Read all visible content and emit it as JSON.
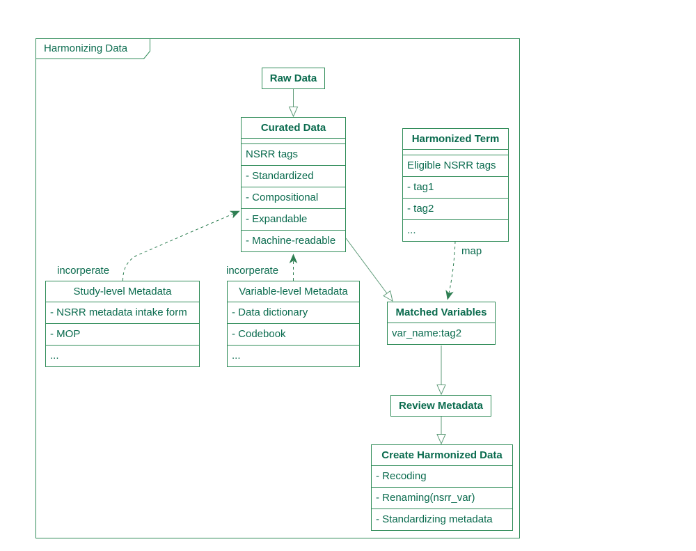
{
  "frame": {
    "title": "Harmonizing Data"
  },
  "nodes": {
    "raw": {
      "title": "Raw Data"
    },
    "curated": {
      "title": "Curated Data",
      "rows": [
        "NSRR tags",
        "- Standardized",
        "- Compositional",
        "- Expandable",
        "- Machine-readable"
      ]
    },
    "harmonized_term": {
      "title": "Harmonized Term",
      "rows": [
        "Eligible NSRR tags",
        "- tag1",
        "- tag2",
        "..."
      ]
    },
    "study_metadata": {
      "title": "Study-level Metadata",
      "rows": [
        "- NSRR metadata intake form",
        "- MOP",
        "..."
      ]
    },
    "variable_metadata": {
      "title": "Variable-level Metadata",
      "rows": [
        "- Data dictionary",
        "- Codebook",
        "..."
      ]
    },
    "matched": {
      "title": "Matched Variables",
      "rows": [
        "var_name:tag2"
      ]
    },
    "review": {
      "title": "Review Metadata"
    },
    "create": {
      "title": "Create Harmonized Data",
      "rows": [
        "- Recoding",
        "- Renaming(nsrr_var)",
        "- Standardizing metadata"
      ]
    }
  },
  "edges": [
    {
      "from": "Raw Data",
      "to": "Curated Data",
      "style": "solid-open-arrow",
      "label": ""
    },
    {
      "from": "Study-level Metadata",
      "to": "Curated Data",
      "style": "dashed-arrow",
      "label": "incorperate"
    },
    {
      "from": "Variable-level Metadata",
      "to": "Curated Data",
      "style": "dashed-arrow",
      "label": "incorperate"
    },
    {
      "from": "Harmonized Term",
      "to": "Matched Variables",
      "style": "dashed-arrow",
      "label": "map"
    },
    {
      "from": "Curated Data",
      "to": "Matched Variables",
      "style": "solid-open-arrow",
      "label": ""
    },
    {
      "from": "Matched Variables",
      "to": "Review Metadata",
      "style": "solid-open-arrow",
      "label": ""
    },
    {
      "from": "Review Metadata",
      "to": "Create Harmonized Data",
      "style": "solid-open-arrow",
      "label": ""
    }
  ],
  "colors": {
    "text": "#0a6b4e",
    "box_border": "#2e8b57",
    "solid_line": "#5f9b79",
    "dashed_line": "#2f7f53",
    "background": "#ffffff"
  }
}
